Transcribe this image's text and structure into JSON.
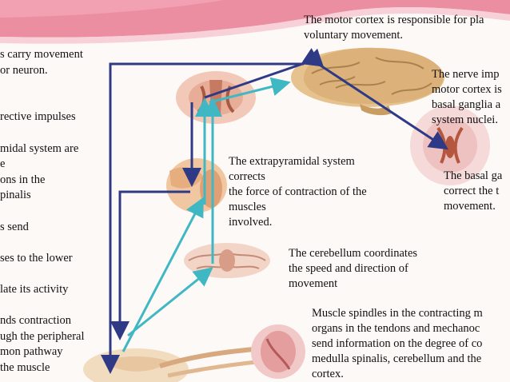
{
  "colors": {
    "dark_arrow": "#2f3a86",
    "light_arrow": "#3fb8c4",
    "banner_pink": "#ec8ea2",
    "background": "#fdf9f7"
  },
  "captions": {
    "motor_cortex": [
      "The motor cortex is responsible for pla",
      "voluntary movement."
    ],
    "nerve_impulse": [
      "The nerve imp",
      "motor cortex is",
      "basal ganglia a",
      "system nuclei."
    ],
    "basal_ganglia": [
      "The basal ga",
      "correct the t",
      "movement."
    ],
    "extrapyramidal": [
      "The extrapyramidal system",
      "corrects",
      "the force of contraction of the",
      "muscles",
      "involved."
    ],
    "cerebellum": [
      "The cerebellum coordinates",
      "the speed and direction of",
      "movement"
    ],
    "muscle_spindles": [
      "Muscle spindles in the contracting m",
      "organs in the tendons and mechanoc",
      "send information on the degree of co",
      "medulla spinalis, cerebellum and the",
      "cortex."
    ],
    "left_column": [
      "s carry movement",
      "or neuron.",
      "",
      "",
      "rective impulses",
      "",
      "midal system are",
      "e",
      "ons in the",
      "pinalis",
      "",
      "s send",
      "",
      "ses to the lower",
      "",
      "late its activity",
      "",
      "nds contraction",
      "ugh the peripheral",
      "mon pathway",
      " the muscle"
    ]
  }
}
